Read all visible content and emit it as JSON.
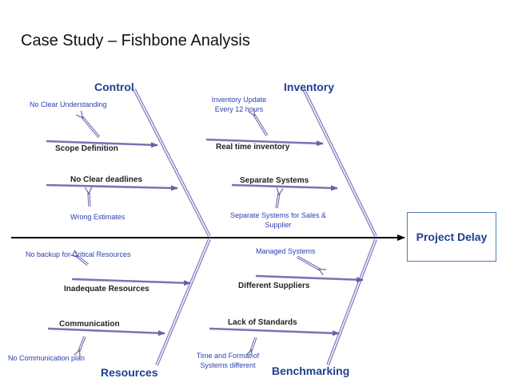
{
  "title": "Case Study – Fishbone Analysis",
  "effect": "Project Delay",
  "categories": {
    "control": "Control",
    "inventory": "Inventory",
    "resources": "Resources",
    "benchmarking": "Benchmarking"
  },
  "causes": {
    "control": {
      "no_clear_understanding": "No Clear Understanding",
      "scope_definition": "Scope Definition",
      "no_clear_deadlines": "No Clear deadlines",
      "wrong_estimates": "Wrong Estimates"
    },
    "inventory": {
      "inventory_update": "Inventory Update Every 12 hours",
      "real_time_inventory": "Real time inventory",
      "separate_systems": "Separate Systems",
      "separate_systems_sales": "Separate Systems for Sales & Supplier"
    },
    "resources": {
      "no_backup": "No backup for Critical Resources",
      "inadequate_resources": "Inadequate Resources",
      "communication": "Communication",
      "no_communication_plan": "No Communication plan"
    },
    "benchmarking": {
      "managed_systems": "Managed Systems",
      "different_suppliers": "Different Suppliers",
      "lack_of_standards": "Lack of Standards",
      "time_and_format": "Time and Format of Systems different"
    }
  },
  "colors": {
    "spine": "#000000",
    "bone": "#8a7bbf",
    "arrow": "#7f72b3",
    "category_text": "#1f3f8f",
    "sub_text": "#2b3fb0"
  }
}
